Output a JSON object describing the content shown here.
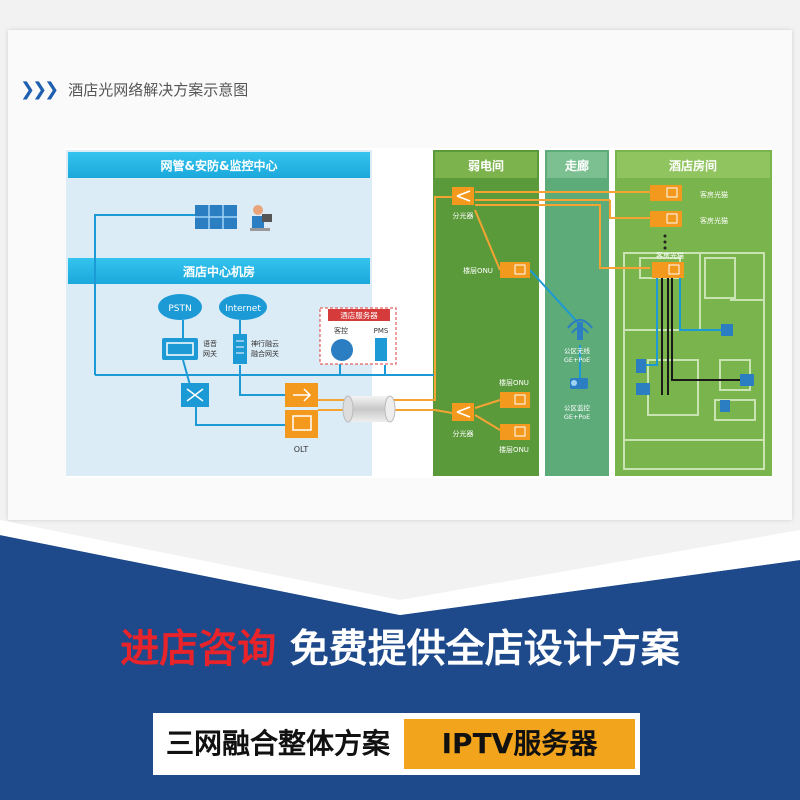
{
  "page_title": "酒店光网络解决方案示意图",
  "diagram": {
    "sections": {
      "noc": "网管&安防&监控中心",
      "datacenter": "酒店中心机房",
      "weak_room": "弱电间",
      "corridor": "走廊",
      "hotel_room": "酒店房间"
    },
    "labels": {
      "pstn": "PSTN",
      "internet": "Internet",
      "voice_gw": "语音\n网关",
      "cloud_gw": "神行融云\n融合网关",
      "hotel_server": "酒店服务器",
      "guest_ctrl": "客控",
      "pms": "PMS",
      "olt": "OLT",
      "splitter1": "分光器",
      "splitter2": "分光器",
      "floor_onu1": "楼层ONU",
      "floor_onu2": "楼层ONU",
      "floor_onu3": "楼层ONU",
      "room_onu1": "客房光猫",
      "room_onu2": "客房光猫",
      "room_onu3": "客房光猫",
      "public_wifi": "公区无线\nGE+PoE",
      "public_cam": "公区监控\nGE+PoE"
    }
  },
  "promo": {
    "highlight": "进店咨询",
    "text": "免费提供全店设计方案"
  },
  "tags": {
    "tag1": "三网融合整体方案",
    "tag2": "IPTV服务器"
  }
}
